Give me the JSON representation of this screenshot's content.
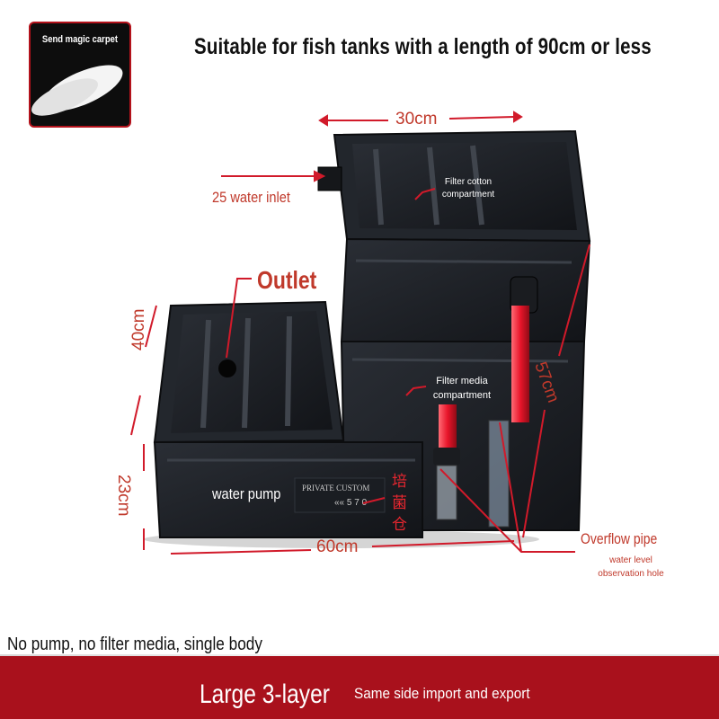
{
  "headline": "Suitable for fish tanks with a length of 90cm or less",
  "badge": {
    "label": "Send magic carpet"
  },
  "dimensions": {
    "top_width": "30cm",
    "upper_height": "40cm",
    "lower_height": "23cm",
    "total_height": "57cm",
    "bottom_length": "60cm"
  },
  "callouts": {
    "inlet": "25 water inlet",
    "outlet": "Outlet",
    "filter_cotton": "Filter cotton compartment",
    "filter_media": "Filter media compartment",
    "water_pump": "water pump",
    "bacteria_chamber": "培菌仓",
    "overflow_pipe": "Overflow pipe",
    "observation_hole": "water level observation hole"
  },
  "box_print": {
    "brand": "PRIVATE CUSTOM",
    "code": "«« 5 7 0"
  },
  "footer": {
    "note": "No pump, no filter media, single body",
    "title": "Large 3-layer",
    "subtitle": "Same side import and export"
  },
  "colors": {
    "accent_red": "#c0392b",
    "band_red": "#a9111c",
    "bin_black": "#1c1f24",
    "pipe_red": "#e8152a"
  }
}
